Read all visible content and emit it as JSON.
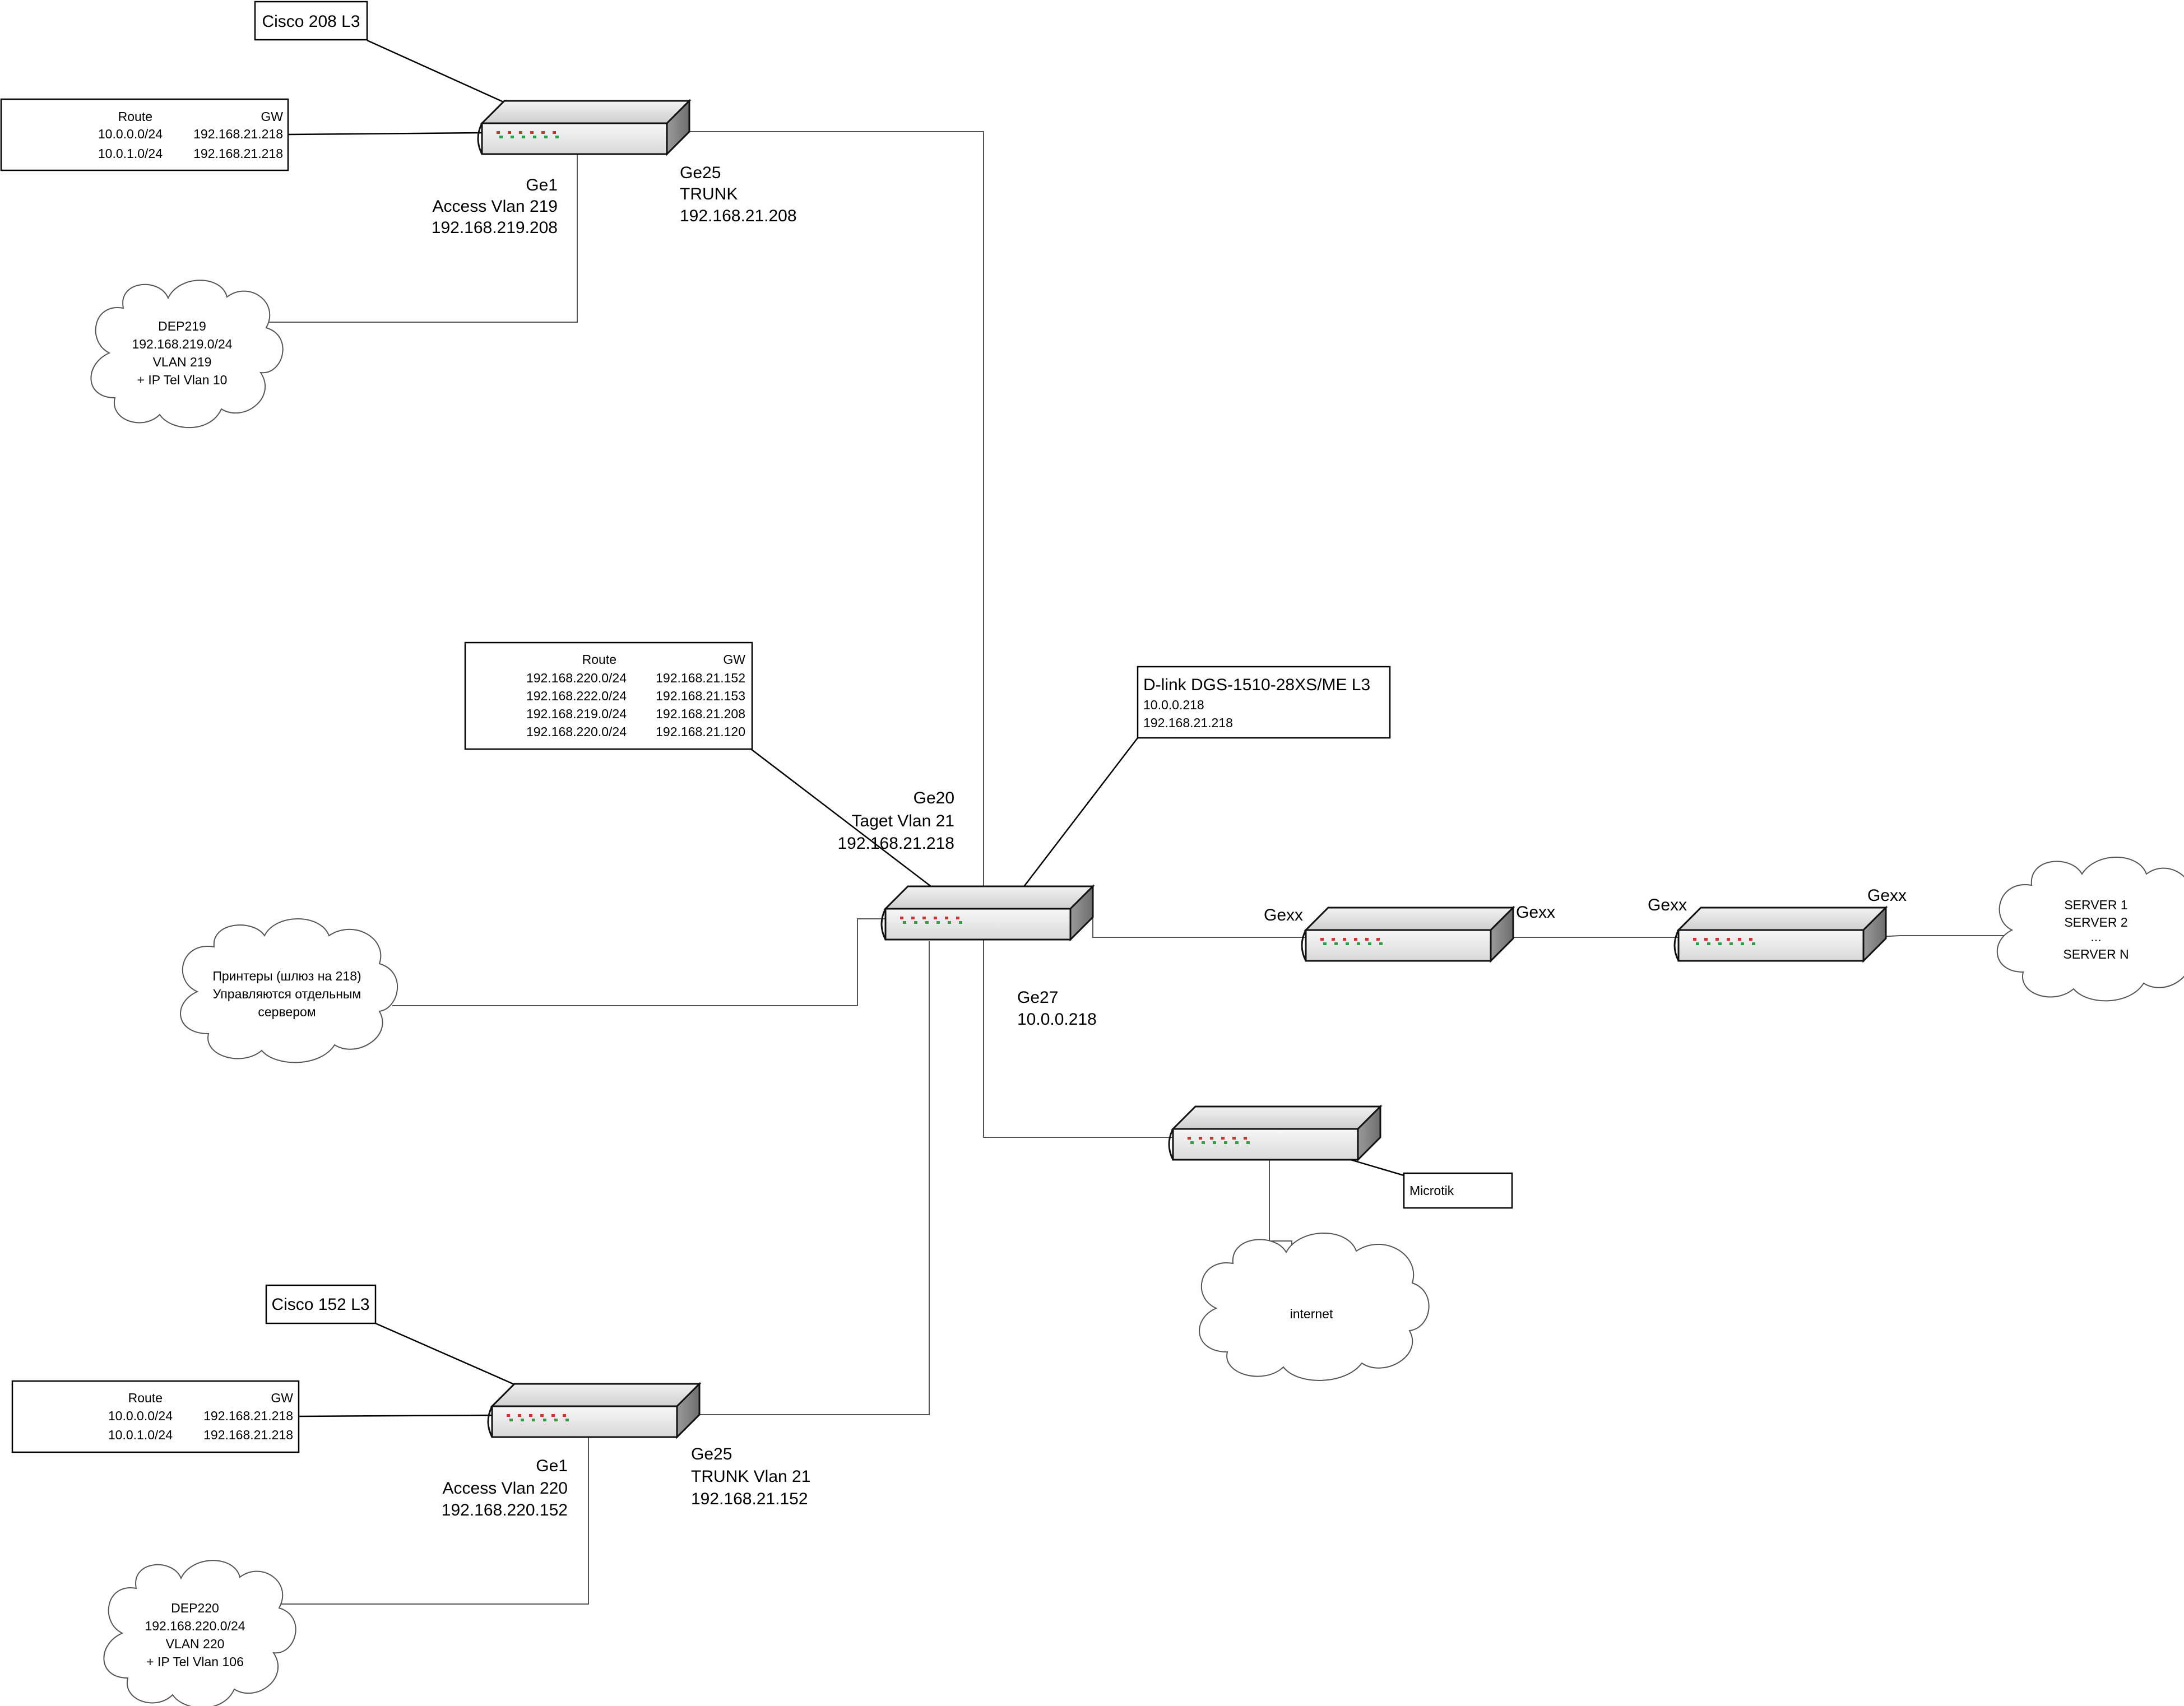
{
  "colors": {
    "line": "#555555",
    "box_border": "#000000",
    "switch_body": "#e4e4e4",
    "led_red": "#cc3333",
    "led_green": "#2f9e44"
  },
  "devices": {
    "cisco208": {
      "title": "Cisco 208 L3",
      "routes": {
        "header_route": "Route",
        "header_gw": "GW",
        "rows": [
          {
            "route": "10.0.0.0/24",
            "gw": "192.168.21.218"
          },
          {
            "route": "10.0.1.0/24",
            "gw": "192.168.21.218"
          }
        ]
      },
      "port_ge1": [
        "Ge1",
        "Access Vlan 219",
        "192.168.219.208"
      ],
      "port_ge25": [
        "Ge25",
        "TRUNK",
        "192.168.21.208"
      ]
    },
    "dep219": [
      "DEP219",
      "192.168.219.0/24",
      "VLAN 219",
      "+ IP Tel Vlan 10"
    ],
    "core": {
      "routes": {
        "header_route": "Route",
        "header_gw": "GW",
        "rows": [
          {
            "route": "192.168.220.0/24",
            "gw": "192.168.21.152"
          },
          {
            "route": "192.168.222.0/24",
            "gw": "192.168.21.153"
          },
          {
            "route": "192.168.219.0/24",
            "gw": "192.168.21.208"
          },
          {
            "route": "192.168.220.0/24",
            "gw": "192.168.21.120"
          }
        ]
      },
      "info_title": "D-link DGS-1510-28XS/ME   L3",
      "info_lines": [
        "10.0.0.218",
        "192.168.21.218"
      ],
      "port_ge20": [
        "Ge20",
        "Taget Vlan 21",
        "192.168.21.218"
      ],
      "port_ge27": [
        "Ge27",
        "10.0.0.218"
      ]
    },
    "printers": [
      "Принтеры (шлюз на 218)",
      "Управляются отдельным",
      "сервером"
    ],
    "chain": {
      "gexx_labels": [
        "Gexx",
        "Gexx",
        "Gexx",
        "Gexx"
      ]
    },
    "servers": [
      "SERVER 1",
      "SERVER 2",
      "...",
      "SERVER N"
    ],
    "microtik": {
      "label": "Microtik",
      "internet": "internet"
    },
    "cisco152": {
      "title": "Cisco 152 L3",
      "routes": {
        "header_route": "Route",
        "header_gw": "GW",
        "rows": [
          {
            "route": "10.0.0.0/24",
            "gw": "192.168.21.218"
          },
          {
            "route": "10.0.1.0/24",
            "gw": "192.168.21.218"
          }
        ]
      },
      "port_ge1": [
        "Ge1",
        "Access Vlan 220",
        "192.168.220.152"
      ],
      "port_ge25": [
        "Ge25",
        "TRUNK Vlan 21",
        "192.168.21.152"
      ]
    },
    "dep220": [
      "DEP220",
      "192.168.220.0/24",
      "VLAN 220",
      "+ IP Tel Vlan 106"
    ]
  }
}
